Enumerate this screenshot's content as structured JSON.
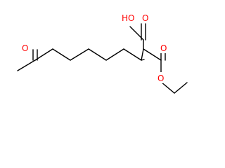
{
  "molecule": {
    "atoms": [
      {
        "label": "HO",
        "element": "O",
        "color": "#ff0000"
      },
      {
        "label": "O",
        "element": "O",
        "color": "#ff0000"
      },
      {
        "label": "O",
        "element": "O",
        "color": "#ff0000"
      },
      {
        "label": "O",
        "element": "O",
        "color": "#ff0000"
      },
      {
        "label": "O",
        "element": "O",
        "color": "#ff0000"
      }
    ],
    "bond_color": "#000000",
    "background": "#ffffff"
  }
}
